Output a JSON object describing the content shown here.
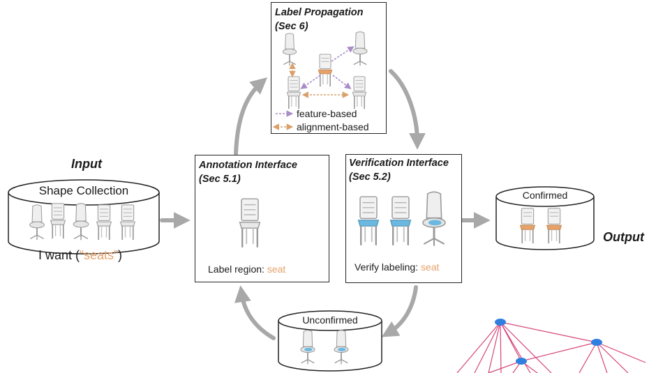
{
  "input_label": "Input",
  "output_label": "Output",
  "shape_collection": {
    "title": "Shape Collection",
    "query_prefix": "I want (",
    "query_term": "“seats”",
    "query_suffix": ")"
  },
  "annotation": {
    "title": "Annotation Interface",
    "section": "(Sec 5.1)",
    "caption_prefix": "Label region: ",
    "caption_term": "seat"
  },
  "verification": {
    "title": "Verification Interface",
    "section": "(Sec 5.2)",
    "caption_prefix": "Verify labeling: ",
    "caption_term": "seat"
  },
  "propagation": {
    "title": "Label Propagation",
    "section": "(Sec 6)",
    "legend": [
      {
        "label": "feature-based"
      },
      {
        "label": "alignment-based"
      }
    ]
  },
  "confirmed": {
    "title": "Confirmed"
  },
  "unconfirmed": {
    "title": "Unconfirmed"
  },
  "colors": {
    "seat_label": "#e6a26a",
    "feature_arrow": "#a98cc8",
    "alignment_arrow": "#d9a06a",
    "flow_arrow": "#a8a8a8",
    "predicted_seat": "#6bb8e0"
  }
}
